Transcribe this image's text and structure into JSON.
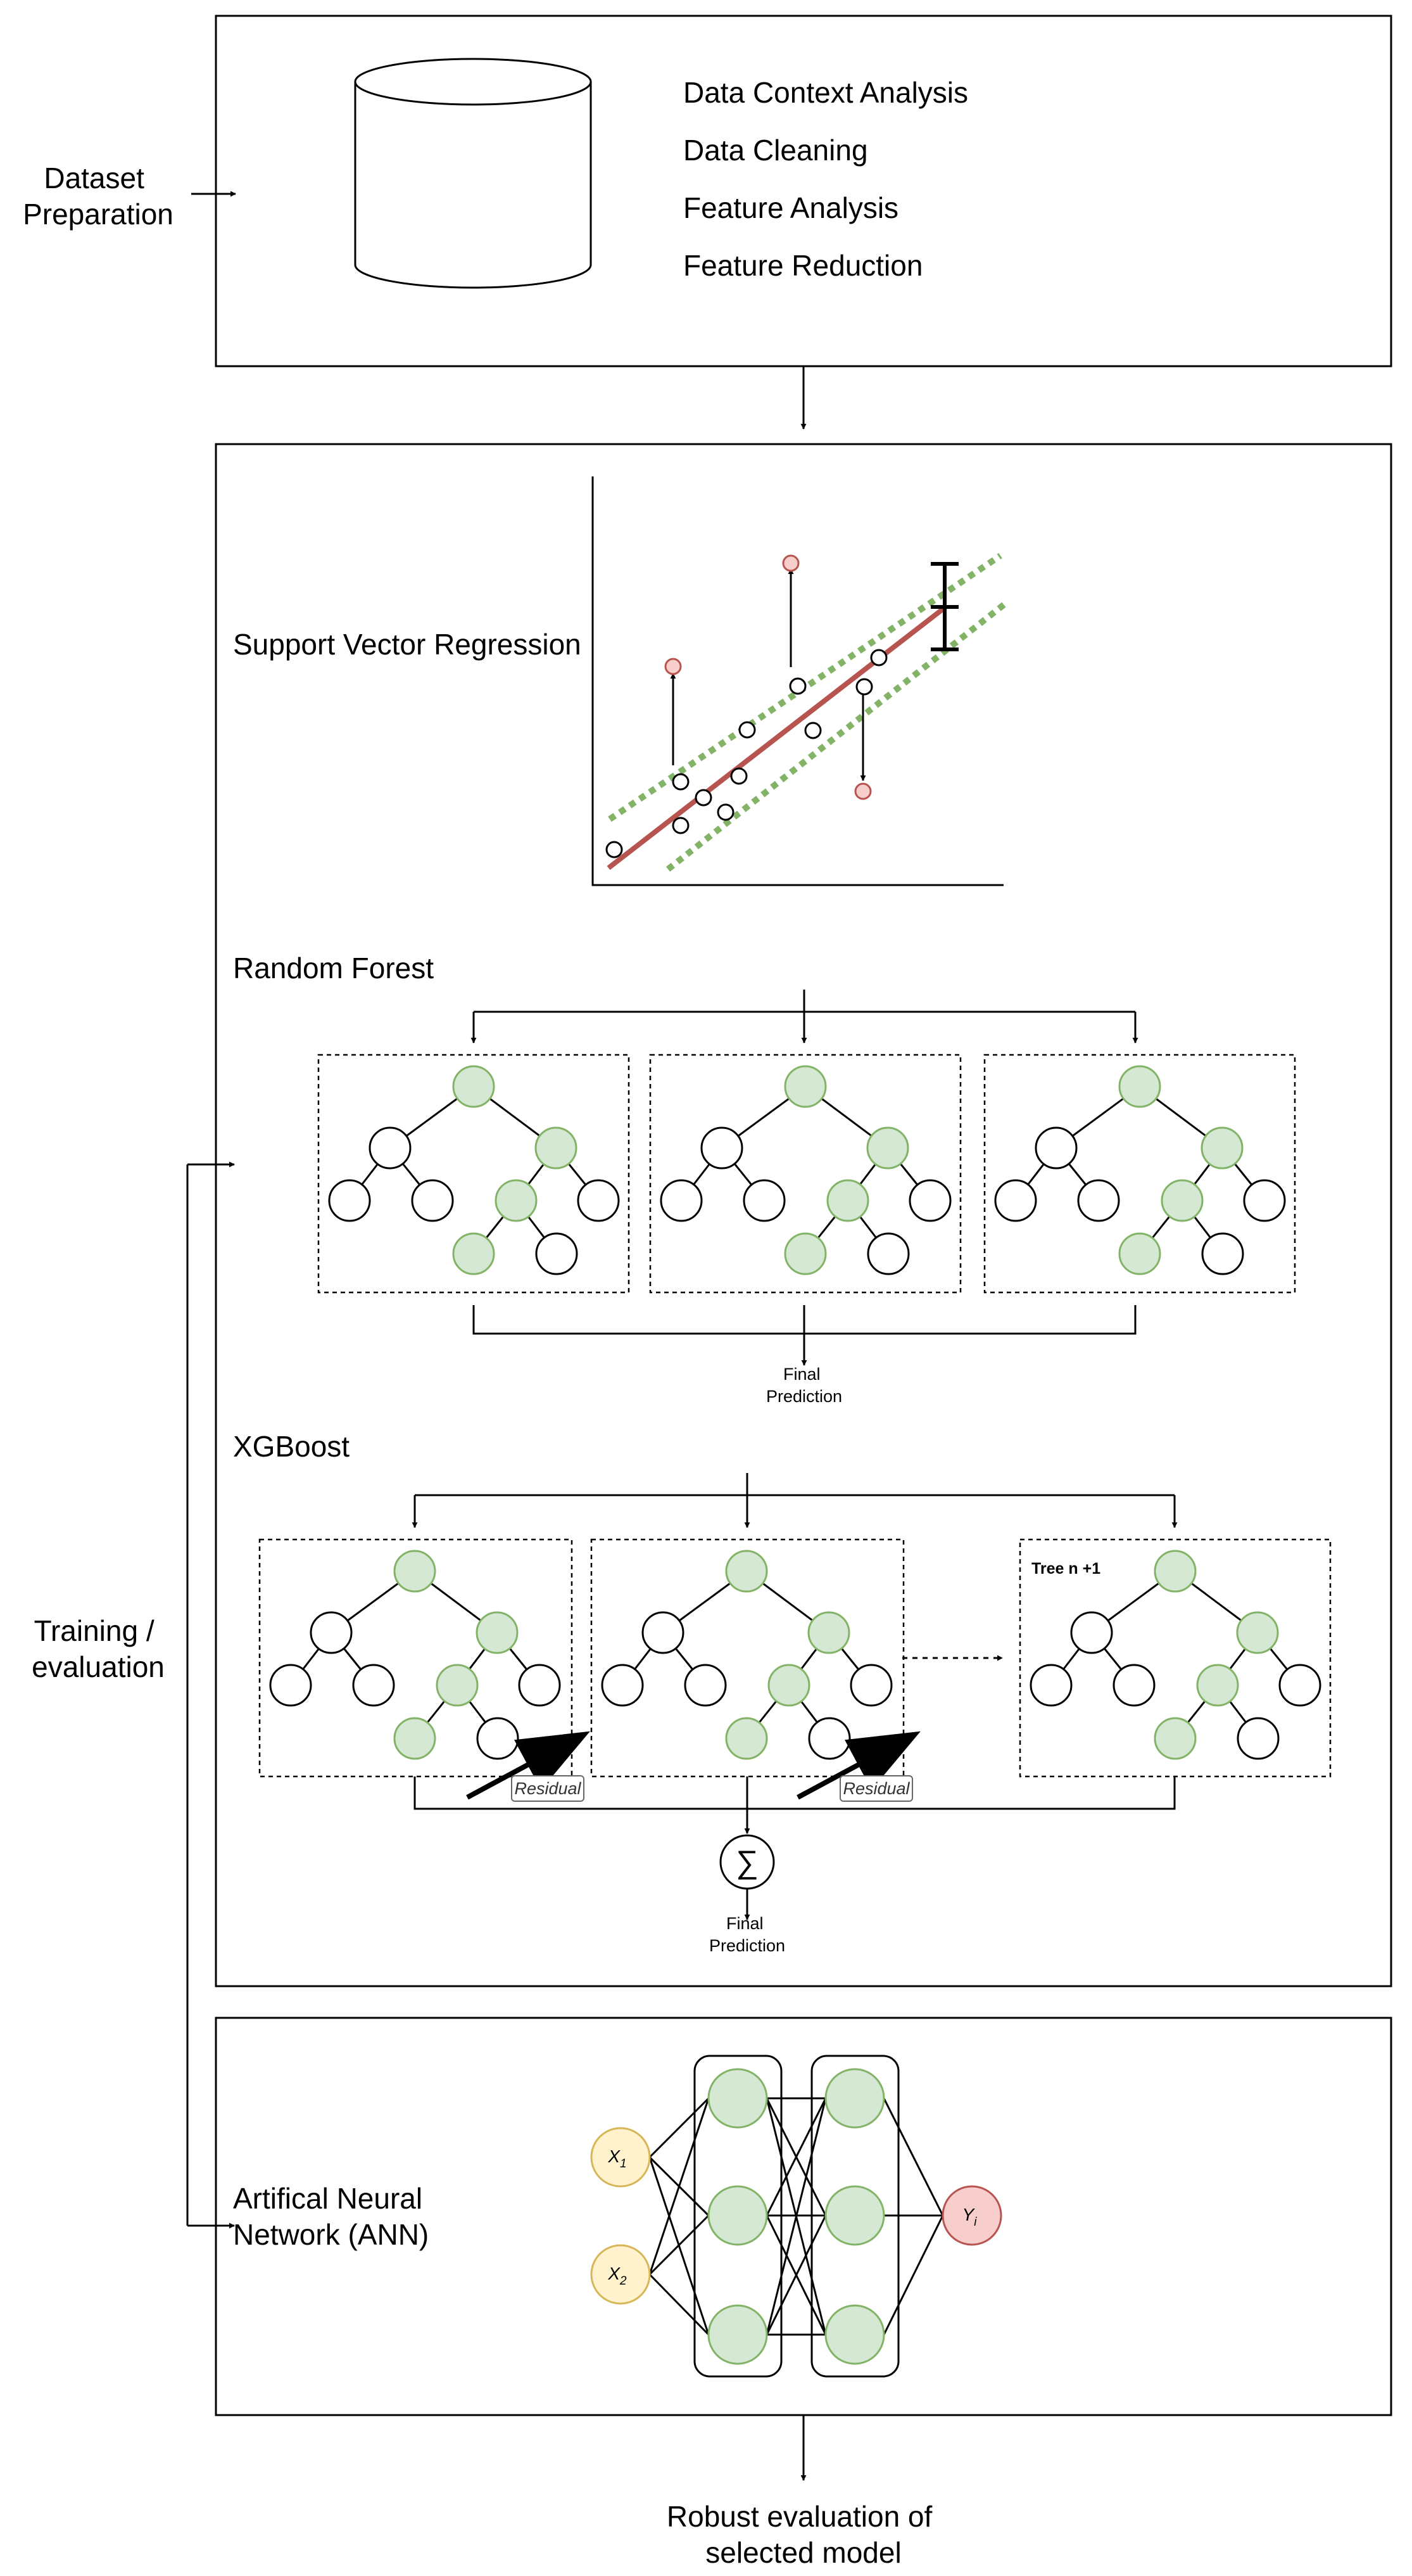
{
  "side_labels": {
    "dataset_preparation": [
      "Dataset",
      "Preparation"
    ],
    "training_evaluation": [
      "Training /",
      "evaluation"
    ]
  },
  "dataset_steps": [
    "Data Context Analysis",
    "Data Cleaning",
    "Feature Analysis",
    "Feature Reduction"
  ],
  "models": {
    "svr": {
      "title": "Support Vector Regression"
    },
    "random_forest": {
      "title": "Random Forest",
      "output": [
        "Final",
        "Prediction"
      ]
    },
    "xgboost": {
      "title": "XGBoost",
      "tree_label": "Tree n +1",
      "residual_label": "Residual",
      "sum_symbol": "∑",
      "output": [
        "Final",
        "Prediction"
      ]
    },
    "ann": {
      "title": [
        "Artifical Neural",
        "Network (ANN)"
      ],
      "input_1": {
        "base": "X",
        "sub": "1"
      },
      "input_2": {
        "base": "X",
        "sub": "2"
      },
      "output": {
        "base": "Y",
        "sub": "i"
      }
    }
  },
  "conclusion": [
    "Robust evaluation of",
    "selected model"
  ],
  "colors": {
    "tree_node_fill": "#d5e8d4",
    "tree_node_stroke": "#82b366",
    "input_fill": "#fff2cc",
    "input_stroke": "#d6b656",
    "output_fill": "#f8cecc",
    "output_stroke": "#b85450",
    "regression_line": "#b85450",
    "margin_line": "#82b366"
  },
  "icons": {
    "database": "database-cylinder-icon",
    "sum": "sigma-icon"
  }
}
